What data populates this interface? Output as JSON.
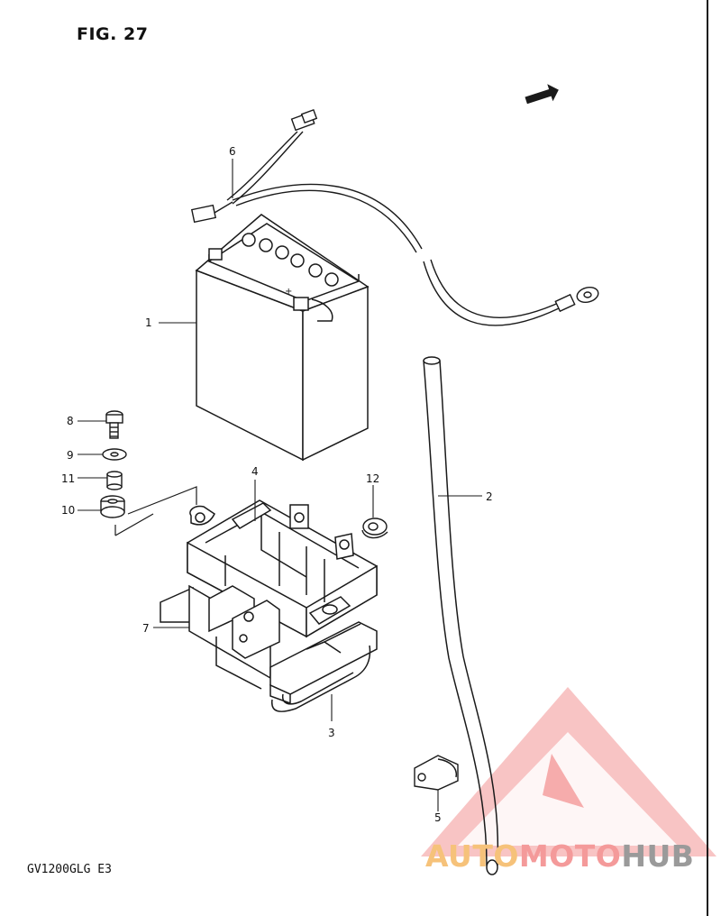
{
  "figure_label": "FIG. 27",
  "model_code": "GV1200GLG  E3",
  "direction_tag": "FWD",
  "callouts": [
    "1",
    "2",
    "3",
    "4",
    "5",
    "6",
    "7",
    "8",
    "9",
    "10",
    "11",
    "12"
  ],
  "watermark": {
    "part1": "AUTO",
    "part2": "MOTO",
    "part3": "HUB"
  },
  "colors": {
    "line": "#1a1a1a",
    "watermark_red": "#f07c7c",
    "watermark_orange": "#f6c27a",
    "watermark_gray": "#9a9a9a"
  }
}
